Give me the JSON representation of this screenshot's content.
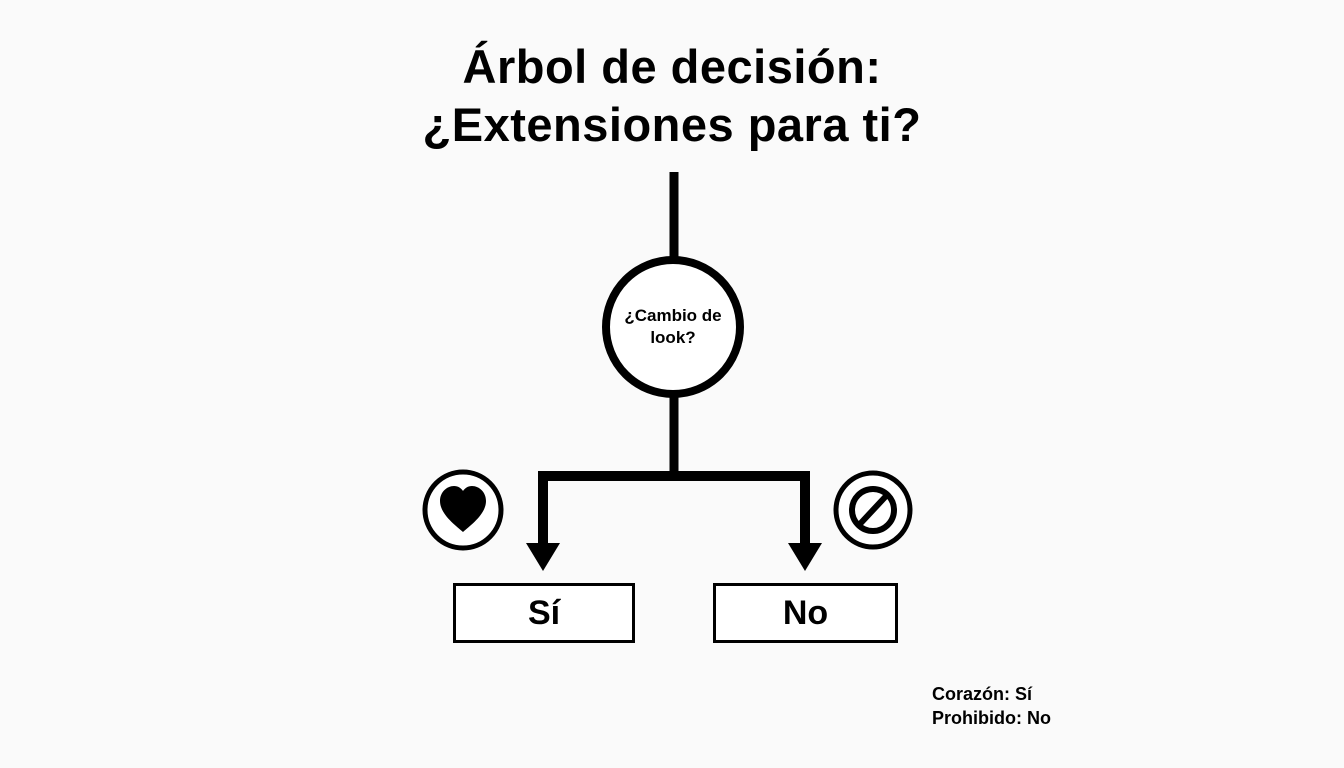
{
  "title": {
    "line1": "Árbol de decisión:",
    "line2": "¿Extensiones para ti?"
  },
  "decision_node": {
    "question_line1": "¿Cambio de",
    "question_line2": "look?"
  },
  "branches": [
    {
      "label": "Sí",
      "icon": "heart-icon"
    },
    {
      "label": "No",
      "icon": "prohibited-icon"
    }
  ],
  "legend": {
    "items": [
      {
        "text": "Corazón: Sí"
      },
      {
        "text": "Prohibido: No"
      }
    ]
  },
  "colors": {
    "stroke": "#000000",
    "background": "#fafafa",
    "box_fill": "#ffffff"
  }
}
